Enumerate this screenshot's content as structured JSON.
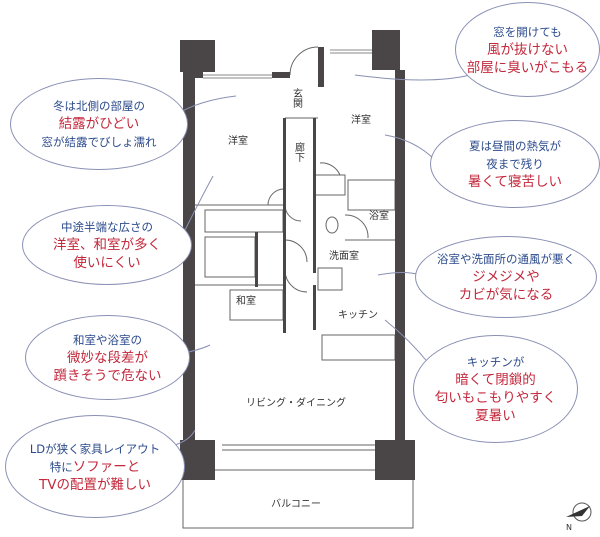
{
  "rooms": {
    "western_left": "洋室",
    "entrance": "玄関",
    "hallway": "廊下",
    "western_right": "洋室",
    "bath": "浴室",
    "washroom": "洗面室",
    "kitchen": "キッチン",
    "japanese": "和室",
    "living_dining": "リビング・ダイニング",
    "balcony": "バルコニー",
    "compass": "N"
  },
  "colors": {
    "note_blue": "#2c4b8c",
    "note_red": "#c3283c",
    "wall": "#4a4547"
  },
  "bubbles": [
    {
      "lines": [
        [
          {
            "t": "冬は北側の部屋の",
            "c": "blue"
          }
        ],
        [
          {
            "t": "結露がひどい",
            "c": "red"
          }
        ],
        [
          {
            "t": "窓が結露でびしょ濡れ",
            "c": "blue"
          }
        ]
      ]
    },
    {
      "lines": [
        [
          {
            "t": "窓を開けても",
            "c": "blue"
          }
        ],
        [
          {
            "t": "風が抜けない",
            "c": "red"
          }
        ],
        [
          {
            "t": "部屋に臭いがこもる",
            "c": "red"
          }
        ]
      ]
    },
    {
      "lines": [
        [
          {
            "t": "夏は昼間の熱気が",
            "c": "blue"
          }
        ],
        [
          {
            "t": "夜まで残り",
            "c": "blue"
          }
        ],
        [
          {
            "t": "暑くて寝苦しい",
            "c": "red"
          }
        ]
      ]
    },
    {
      "lines": [
        [
          {
            "t": "中途半端な広さの",
            "c": "blue"
          }
        ],
        [
          {
            "t": "洋室、和室が多く",
            "c": "red"
          }
        ],
        [
          {
            "t": "使いにくい",
            "c": "red"
          }
        ]
      ]
    },
    {
      "lines": [
        [
          {
            "t": "浴室や洗面所の通風が悪く",
            "c": "blue"
          }
        ],
        [
          {
            "t": "ジメジメや",
            "c": "red"
          }
        ],
        [
          {
            "t": "カビが気になる",
            "c": "red"
          }
        ]
      ]
    },
    {
      "lines": [
        [
          {
            "t": "和室や浴室の",
            "c": "blue"
          }
        ],
        [
          {
            "t": "微妙な段差が",
            "c": "red"
          }
        ],
        [
          {
            "t": "躓きそうで危ない",
            "c": "red"
          }
        ]
      ]
    },
    {
      "lines": [
        [
          {
            "t": "キッチンが",
            "c": "blue"
          }
        ],
        [
          {
            "t": "暗くて閉鎖的",
            "c": "red"
          }
        ],
        [
          {
            "t": "匂いもこもりやすく",
            "c": "red"
          }
        ],
        [
          {
            "t": "夏暑い",
            "c": "red"
          }
        ]
      ]
    },
    {
      "lines": [
        [
          {
            "t": "LDが狭く家具レイアウト",
            "c": "blue"
          }
        ],
        [
          {
            "t": "特に",
            "c": "blue"
          },
          {
            "t": "ソファーと",
            "c": "red"
          }
        ],
        [
          {
            "t": "TVの配置が難しい",
            "c": "red"
          }
        ]
      ]
    }
  ]
}
